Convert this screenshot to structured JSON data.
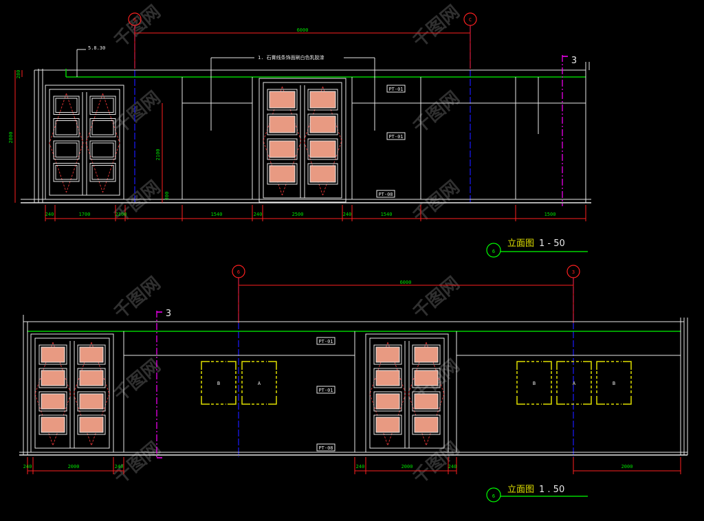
{
  "colors": {
    "background": "#000000",
    "wall": "#e8e8e8",
    "cornice": "#00d000",
    "dimension": "#ff2020",
    "axis": "#1a1aff",
    "dim_text": "#00e000",
    "door_panel": "#e89a82",
    "diamond": "#d03030",
    "frame_yellow": "#e0e000",
    "section_marker": "#ff00ff",
    "title_circle": "#00ff00",
    "watermark": "#8a8a8a"
  },
  "watermark_text": "千图网",
  "elevation_1": {
    "axis_left": "6",
    "axis_right": "C",
    "overall_dim": "6000",
    "note_top_left": "5.8.30",
    "note_cornice": "1. 石膏线条饰面刷白色乳胶漆",
    "height_dim": "2800",
    "mid_height_dim": "2100",
    "small_dim_top": "280",
    "small_dim_bottom": "300",
    "tags": [
      "PT-01",
      "PT-01",
      "PT-08"
    ],
    "bottom_dims": [
      "240",
      "1700",
      "2100",
      "1540",
      "240",
      "2500",
      "240",
      "1540",
      "1500"
    ],
    "section_ref": "3",
    "title": "立面图",
    "scale": "1 - 50",
    "title_number": "6"
  },
  "elevation_2": {
    "axis_left": "6",
    "axis_right": "3",
    "overall_dim": "6000",
    "tags": [
      "PT-01",
      "PT-01",
      "PT-08"
    ],
    "frame_labels": [
      "B",
      "A",
      "B",
      "A",
      "B"
    ],
    "bottom_dims": [
      "240",
      "2000",
      "240",
      "240",
      "2000",
      "240",
      "2000"
    ],
    "section_ref": "3",
    "title": "立面图",
    "scale": "1 . 50",
    "title_number": "6"
  }
}
